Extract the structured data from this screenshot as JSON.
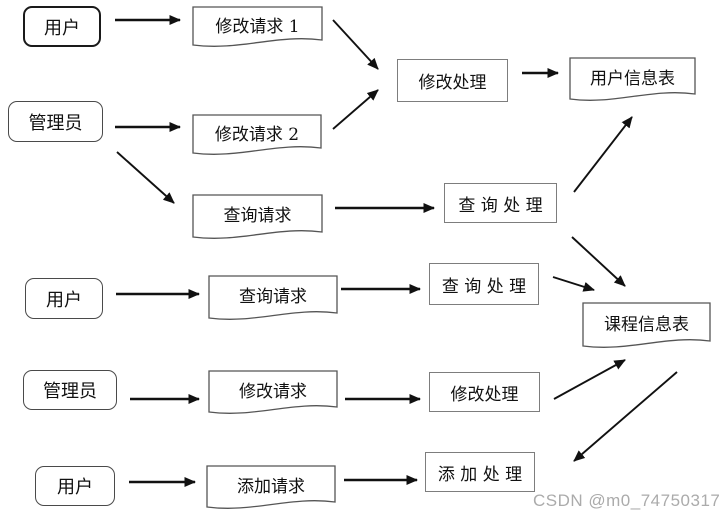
{
  "diagram": {
    "type": "data-flow-diagram",
    "colors": {
      "background": "#ffffff",
      "line": "#111111",
      "process_border": "#7d7d7d",
      "document_border": "#555555",
      "entity_border": "#4a4a4a",
      "watermark": "#ababab"
    },
    "nodes": {
      "user1": {
        "label": "用户",
        "type": "external-entity"
      },
      "admin1": {
        "label": "管理员",
        "type": "external-entity"
      },
      "user2": {
        "label": "用户",
        "type": "external-entity"
      },
      "admin2": {
        "label": "管理员",
        "type": "external-entity"
      },
      "user3": {
        "label": "用户",
        "type": "external-entity"
      },
      "doc_modify_req1": {
        "label": "修改请求 1",
        "type": "document"
      },
      "doc_modify_req2": {
        "label": "修改请求 2",
        "type": "document"
      },
      "doc_query_req1": {
        "label": "查询请求",
        "type": "document"
      },
      "doc_query_req2": {
        "label": "查询请求",
        "type": "document"
      },
      "doc_modify_req3": {
        "label": "修改请求",
        "type": "document"
      },
      "doc_add_req": {
        "label": "添加请求",
        "type": "document"
      },
      "proc_modify1": {
        "label": "修改处理",
        "type": "process"
      },
      "proc_query1": {
        "label": "查 询 处 理",
        "type": "process"
      },
      "proc_query2": {
        "label": "查 询 处 理",
        "type": "process"
      },
      "proc_modify2": {
        "label": "修改处理",
        "type": "process"
      },
      "proc_add": {
        "label": "添 加 处 理",
        "type": "process"
      },
      "store_user_info": {
        "label": "用户信息表",
        "type": "data-store"
      },
      "store_course_info": {
        "label": "课程信息表",
        "type": "data-store"
      }
    },
    "edges": [
      {
        "from": "user1",
        "to": "doc_modify_req1"
      },
      {
        "from": "doc_modify_req1",
        "to": "proc_modify1"
      },
      {
        "from": "admin1",
        "to": "doc_modify_req2"
      },
      {
        "from": "doc_modify_req2",
        "to": "proc_modify1"
      },
      {
        "from": "admin1",
        "to": "doc_query_req1"
      },
      {
        "from": "doc_query_req1",
        "to": "proc_query1"
      },
      {
        "from": "proc_modify1",
        "to": "store_user_info"
      },
      {
        "from": "proc_query1",
        "to": "store_user_info"
      },
      {
        "from": "proc_query1",
        "to": "store_course_info"
      },
      {
        "from": "user2",
        "to": "doc_query_req2"
      },
      {
        "from": "doc_query_req2",
        "to": "proc_query2"
      },
      {
        "from": "proc_query2",
        "to": "store_course_info"
      },
      {
        "from": "admin2",
        "to": "doc_modify_req3"
      },
      {
        "from": "doc_modify_req3",
        "to": "proc_modify2"
      },
      {
        "from": "proc_modify2",
        "to": "store_course_info"
      },
      {
        "from": "user3",
        "to": "doc_add_req"
      },
      {
        "from": "doc_add_req",
        "to": "proc_add"
      },
      {
        "from": "store_course_info",
        "to": "proc_add"
      }
    ],
    "watermark": {
      "text": "CSDN @m0_74750317"
    }
  }
}
